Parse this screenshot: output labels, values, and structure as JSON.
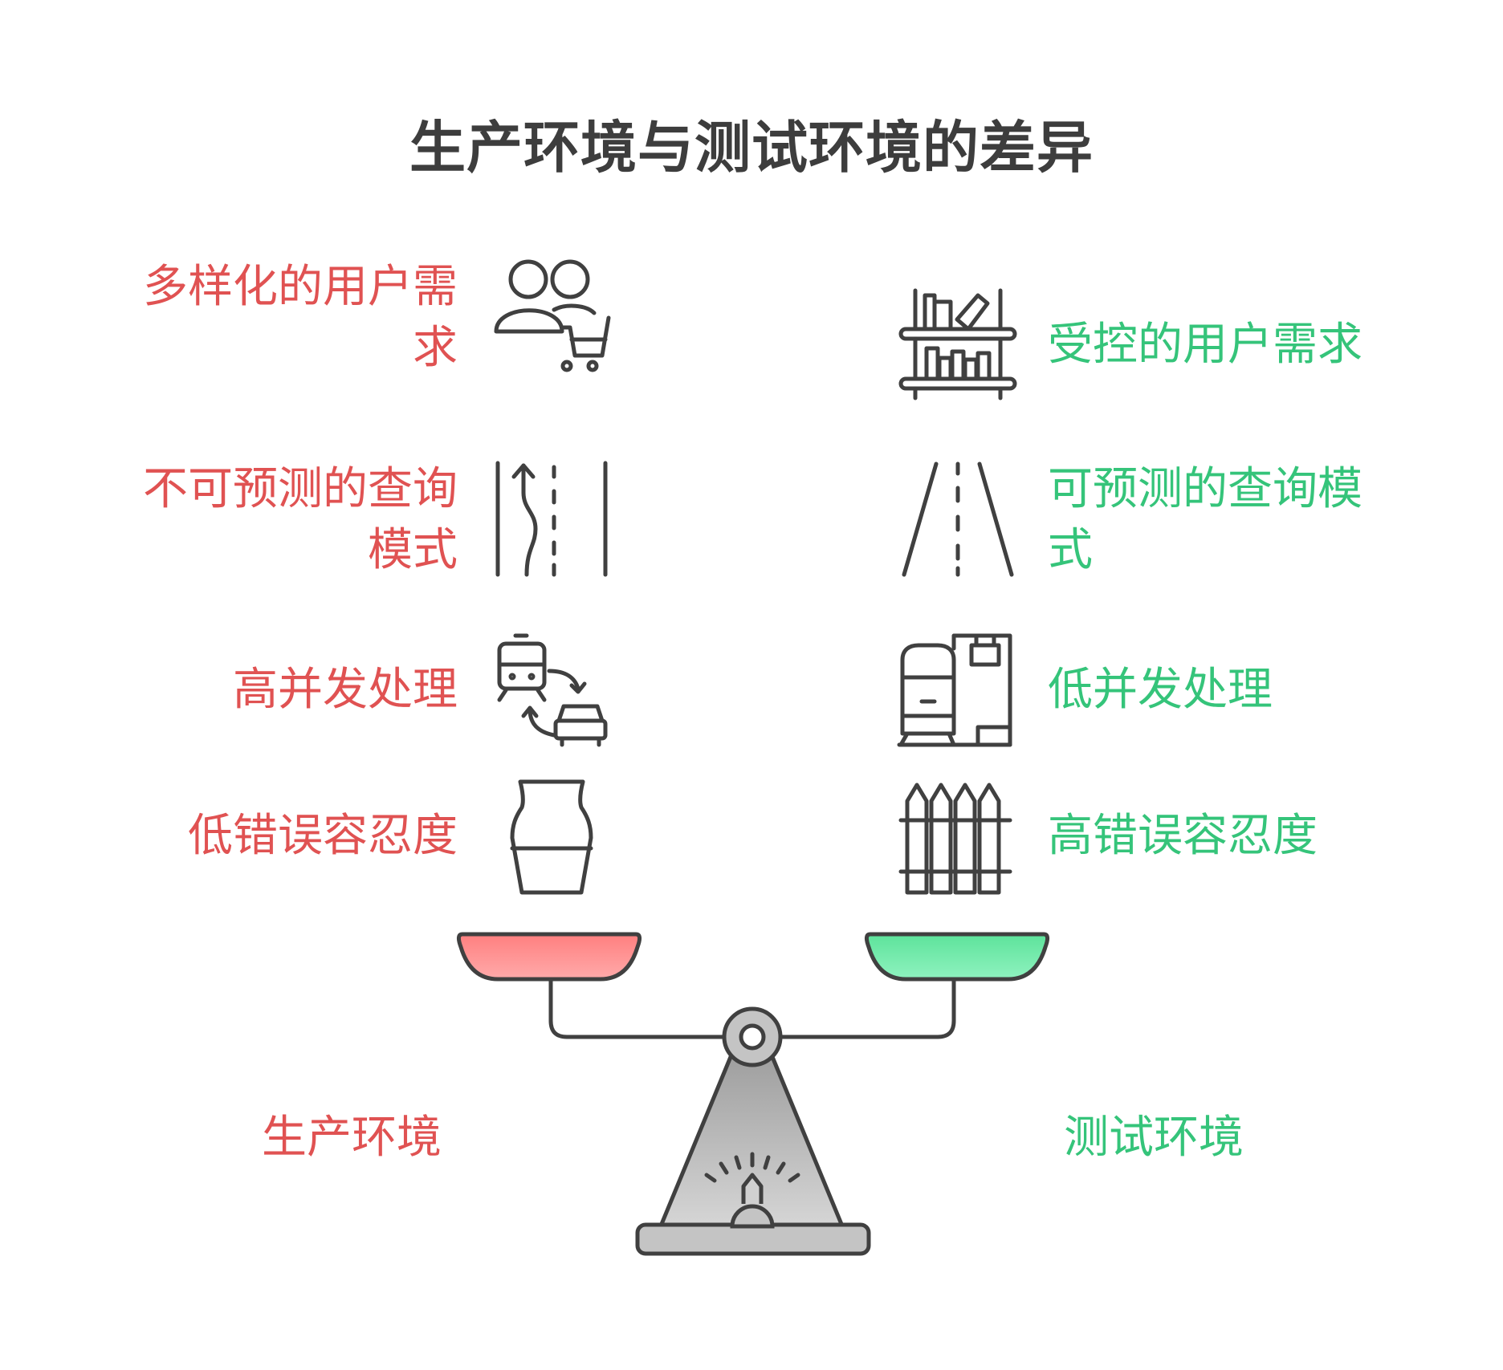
{
  "title": "生产环境与测试环境的差异",
  "left_side": {
    "heading": "生产环境",
    "color": "#e05252",
    "items": [
      {
        "label": "多样化的用户需求",
        "icon": "users-cart-icon"
      },
      {
        "label": "不可预测的查询模式",
        "icon": "winding-road-icon"
      },
      {
        "label": "高并发处理",
        "icon": "train-car-exchange-icon"
      },
      {
        "label": "低错误容忍度",
        "icon": "vase-icon"
      }
    ]
  },
  "right_side": {
    "heading": "测试环境",
    "color": "#35c47a",
    "items": [
      {
        "label": "受控的用户需求",
        "icon": "shelf-icon"
      },
      {
        "label": "可预测的查询模式",
        "icon": "straight-road-icon"
      },
      {
        "label": "低并发处理",
        "icon": "train-box-icon"
      },
      {
        "label": "高错误容忍度",
        "icon": "fence-icon"
      }
    ]
  },
  "scale": {
    "left_pan_color": "#ff8c8c",
    "right_pan_color": "#6ee9a8",
    "base_color": "#c4c4c4"
  }
}
